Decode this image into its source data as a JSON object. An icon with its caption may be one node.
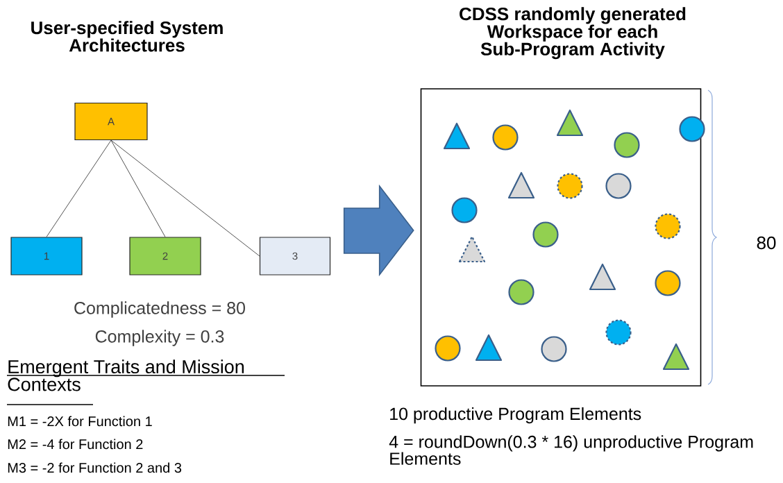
{
  "diagram": {
    "nodes": [
      {
        "text": [
          "A"
        ]
      },
      {
        "text": [
          "1"
        ]
      },
      {
        "text": [
          "2"
        ]
      },
      {
        "text": [
          "3"
        ]
      },
      {
        "text": [
          "CDSS randomly generated Workspace for each Sub-Program Activity"
        ]
      }
    ],
    "edges": [
      {
        "from": 0,
        "to": 1,
        "arrow": "none"
      },
      {
        "from": 0,
        "to": 2,
        "arrow": "none"
      },
      {
        "from": 0,
        "to": 3,
        "arrow": "none"
      },
      {
        "from": null,
        "to": 4,
        "arrow": "to",
        "style": "thick",
        "color": "#4f81bd"
      }
    ],
    "labels": [
      "User-specified System Architectures",
      "Complicatedness = 80",
      "Complexity = 0.3",
      "Emergent Traits and Mission Contexts",
      "M1 = -2X for Function 1",
      "M2 = -4 for Function 2",
      "M3 = -2 for Function 2 and 3",
      "80",
      "10 productive Program Elements",
      "4 = roundDown(0.3 * 16) unproductive Program Elements"
    ]
  }
}
